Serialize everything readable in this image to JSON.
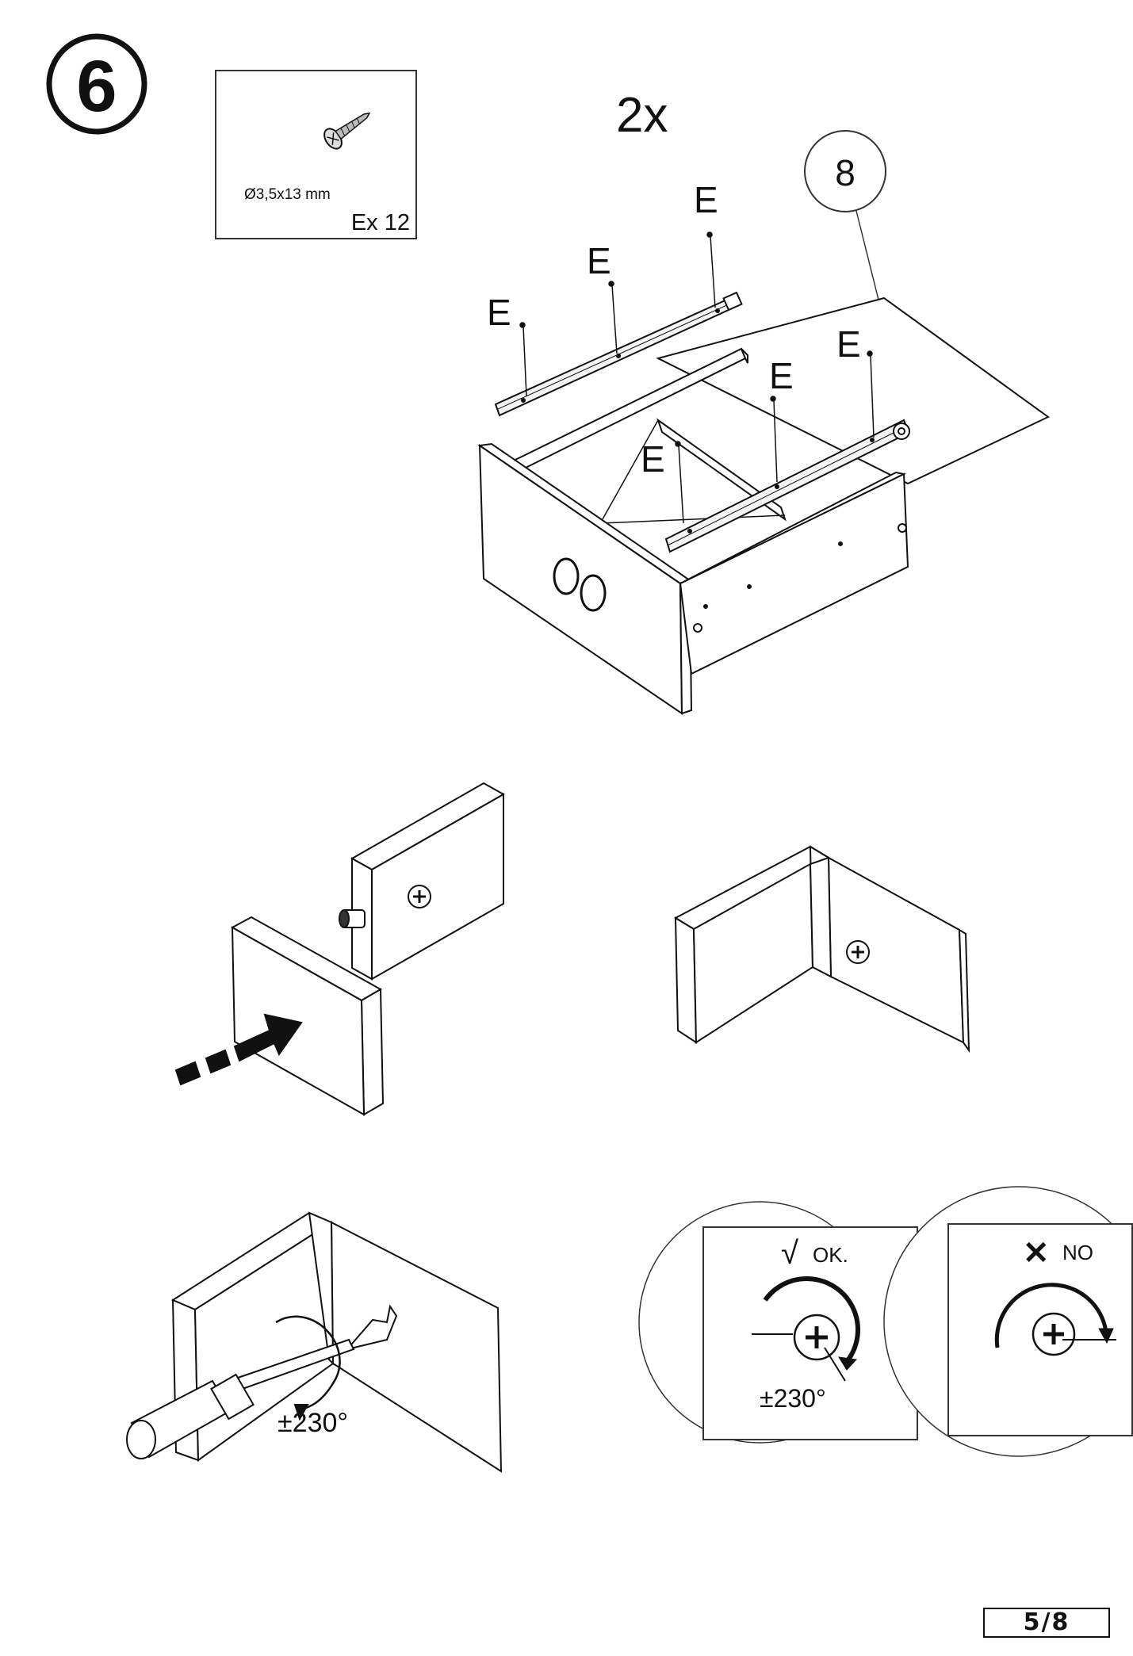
{
  "step": {
    "number": "6"
  },
  "hardware": {
    "size": "Ø3,5x13 mm",
    "quantity": "Ex 12",
    "icon": "screw-icon"
  },
  "multiplier": "2x",
  "part_number": "8",
  "screw_labels": [
    "E",
    "E",
    "E",
    "E",
    "E",
    "E"
  ],
  "rotation_angle": "±230°",
  "ok_label": "OK.",
  "no_label": "NO",
  "ok_symbol": "√",
  "no_symbol": "✕",
  "page_number": "5/8"
}
